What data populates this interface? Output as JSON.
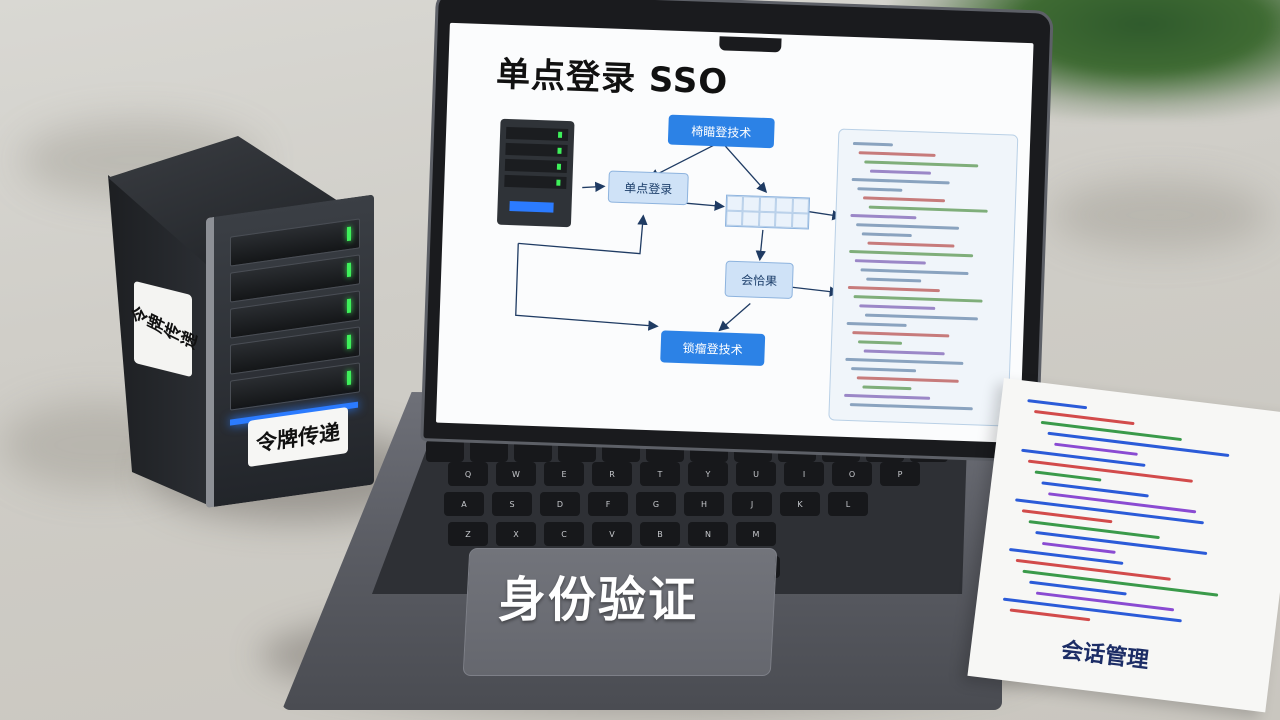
{
  "screen": {
    "title": "单点登录 SSO",
    "diagram": {
      "nodes": {
        "top": "椅瞄登技术",
        "sso": "单点登录",
        "session": "会恰果",
        "bottom": "锁瘤登技术"
      }
    }
  },
  "server_labels": {
    "side": "令牌传递",
    "front": "令牌传递"
  },
  "trackpad_label": "身份验证",
  "paper_label": "会话管理",
  "keyboard": {
    "row1": [
      "Q",
      "W",
      "E",
      "R",
      "T",
      "Y",
      "U",
      "I",
      "O",
      "P"
    ],
    "row2": [
      "A",
      "S",
      "D",
      "F",
      "G",
      "H",
      "J",
      "K",
      "L"
    ],
    "row3": [
      "Z",
      "X",
      "C",
      "V",
      "B",
      "N",
      "M"
    ]
  },
  "colors": {
    "accent_blue": "#2c82e6",
    "light_blue": "#cfe2f7",
    "led_green": "#3ef05a",
    "server_blue_strip": "#2b7bff",
    "paper_title": "#1c2d66"
  }
}
